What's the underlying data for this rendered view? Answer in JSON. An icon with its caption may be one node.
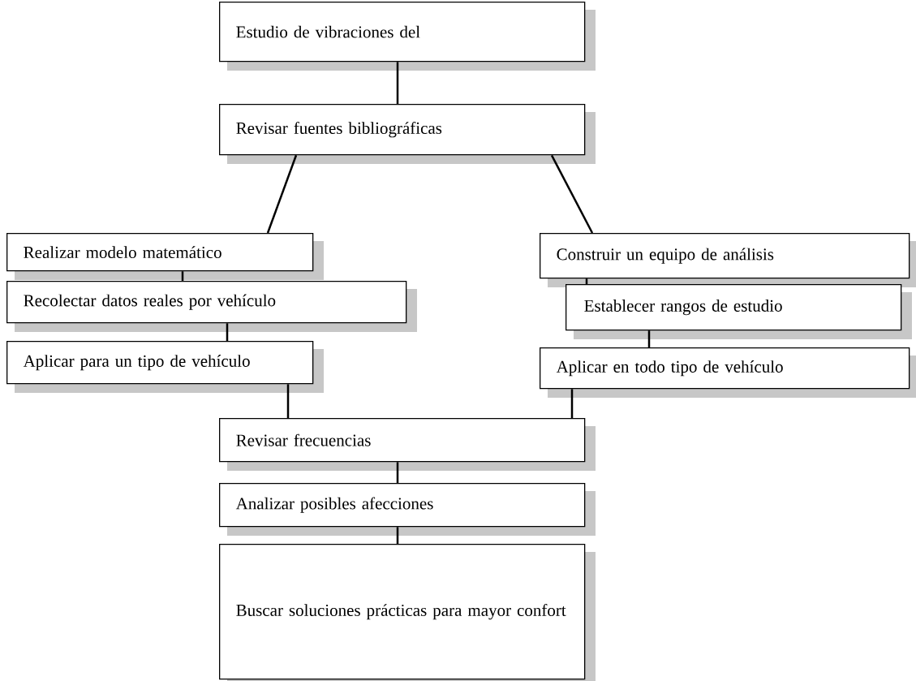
{
  "diagram": {
    "nodes": [
      {
        "text": [
          "Estudio de vibraciones del"
        ]
      },
      {
        "text": [
          "Revisar fuentes bibliográficas"
        ]
      },
      {
        "text": [
          "Realizar modelo matemático"
        ]
      },
      {
        "text": [
          "Recolectar datos reales por vehículo"
        ]
      },
      {
        "text": [
          "Aplicar para un tipo de vehículo"
        ]
      },
      {
        "text": [
          "Construir un equipo de análisis"
        ]
      },
      {
        "text": [
          "Establecer rangos de estudio"
        ]
      },
      {
        "text": [
          "Aplicar en todo tipo de vehículo"
        ]
      },
      {
        "text": [
          "Revisar frecuencias"
        ]
      },
      {
        "text": [
          "Analizar posibles afecciones"
        ]
      },
      {
        "text": [
          "Buscar soluciones prácticas para mayor confort"
        ]
      }
    ],
    "edges": [
      {
        "from": 0,
        "to": 1,
        "arrow": "none"
      },
      {
        "from": 1,
        "to": 2,
        "arrow": "none"
      },
      {
        "from": 1,
        "to": 5,
        "arrow": "none"
      },
      {
        "from": 2,
        "to": 3,
        "arrow": "none"
      },
      {
        "from": 3,
        "to": 4,
        "arrow": "none"
      },
      {
        "from": 5,
        "to": 6,
        "arrow": "none"
      },
      {
        "from": 6,
        "to": 7,
        "arrow": "none"
      },
      {
        "from": 4,
        "to": 8,
        "arrow": "none"
      },
      {
        "from": 7,
        "to": 8,
        "arrow": "none"
      },
      {
        "from": 8,
        "to": 9,
        "arrow": "none"
      },
      {
        "from": 9,
        "to": 10,
        "arrow": "none"
      }
    ]
  }
}
